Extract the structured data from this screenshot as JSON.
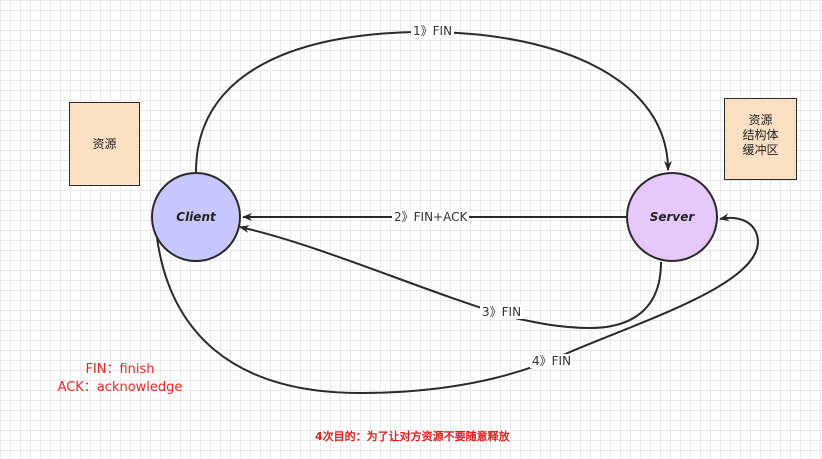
{
  "nodes": {
    "client": "Client",
    "server": "Server"
  },
  "boxes": {
    "left": [
      "资源"
    ],
    "right": [
      "资源",
      "结构体",
      "缓冲区"
    ]
  },
  "edges": {
    "fin1": "1》FIN",
    "finack": "2》FIN+ACK",
    "fin3": "3》FIN",
    "fin4": "4》FIN"
  },
  "legend": {
    "fin": "FIN：finish",
    "ack": "ACK：acknowledge"
  },
  "note": "4次目的：为了让对方资源不要随意释放"
}
